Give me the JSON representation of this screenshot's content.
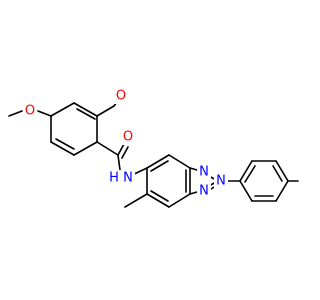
{
  "colors": {
    "background": "#ffffff",
    "bond": "#000000",
    "oxygen": "#ff0000",
    "nitrogen": "#0000ff"
  },
  "atoms": {
    "o_ortho": "O",
    "o_para": "O",
    "o_carbonyl": "O",
    "n_amide": "N",
    "h_amide": "H",
    "n_triazole_top": "N",
    "n_triazole_mid": "N",
    "n_triazole_bottom": "N"
  }
}
